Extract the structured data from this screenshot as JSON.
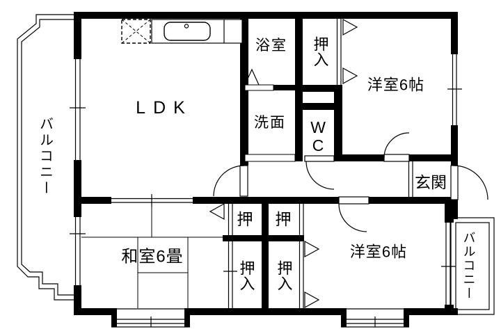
{
  "floorplan": {
    "labels": {
      "balcony_left": "バルコニー",
      "ldk": "LDK",
      "bath": "浴室",
      "closet_upper": "押入",
      "western_room_top": "洋室6帖",
      "washroom": "洗面",
      "toilet": "WC",
      "entrance": "玄関",
      "japanese_room": "和室6畳",
      "closet_top_left": "押",
      "closet_top_right": "押",
      "closet_bottom_left": "押入",
      "closet_bottom_right": "押入",
      "western_room_bottom": "洋室6帖",
      "balcony_right": "バルコニー"
    },
    "colors": {
      "line": "#000000",
      "background": "#ffffff"
    }
  }
}
